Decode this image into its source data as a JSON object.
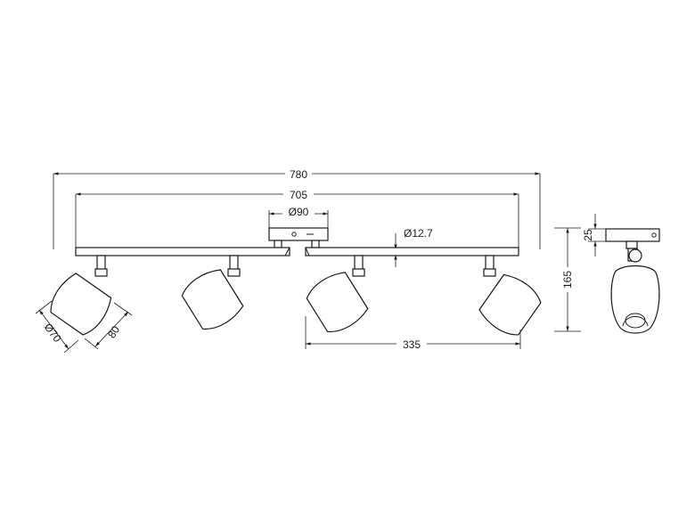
{
  "dimensions": {
    "overall_length": "780",
    "bar_length": "705",
    "canopy_diameter": "Ø90",
    "bar_diameter": "Ø12.7",
    "spot_spacing": "335",
    "height": "165",
    "canopy_height": "25",
    "shade_diameter": "Ø70",
    "shade_length": "80"
  },
  "colors": {
    "line": "#1a1a1a",
    "background": "#ffffff"
  }
}
